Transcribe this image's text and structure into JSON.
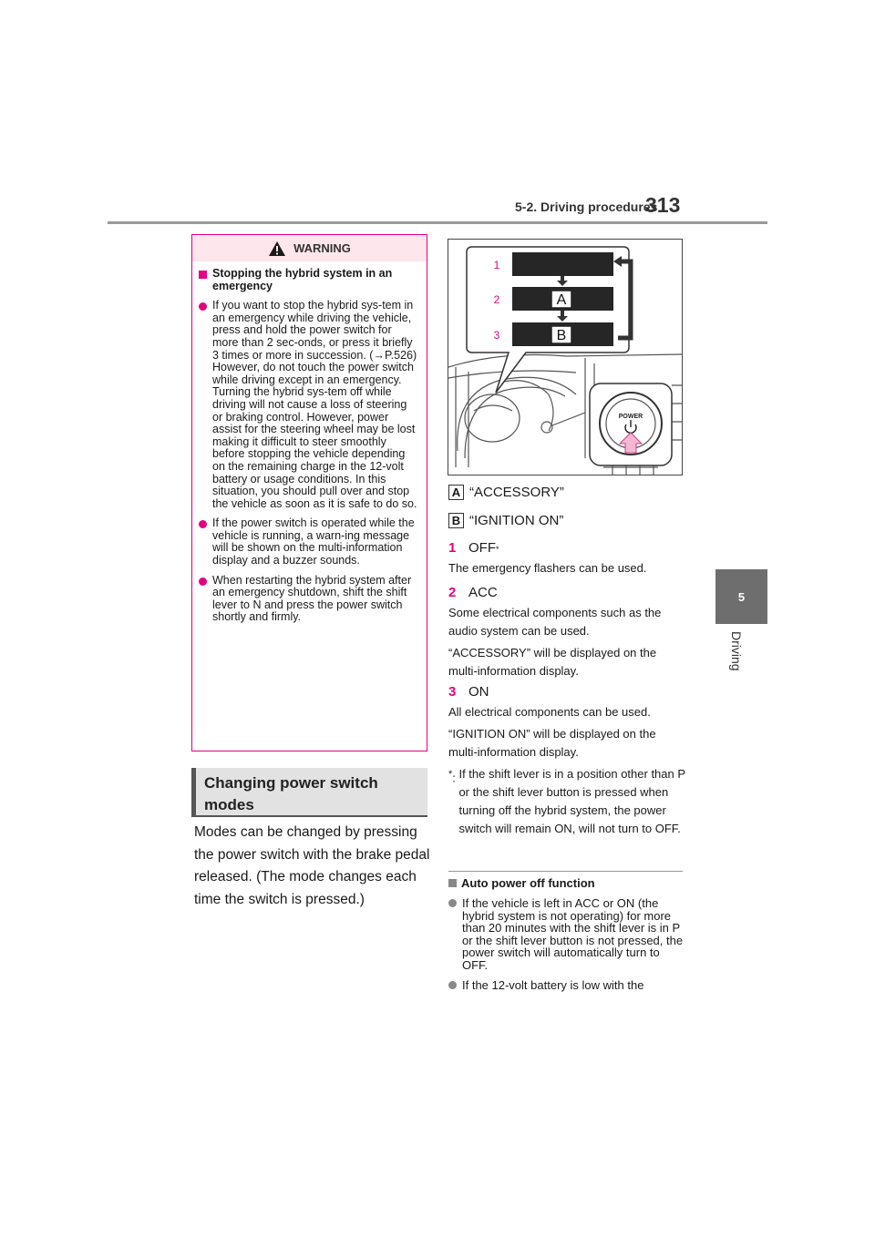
{
  "header": {
    "section": "5-2. Driving procedures",
    "page_number": "313"
  },
  "side_tab": {
    "chapter_number": "5",
    "chapter_label": "Driving"
  },
  "warning": {
    "title": "WARNING",
    "subheading": "Stopping the hybrid system in an emergency",
    "items": [
      "If you want to stop the hybrid sys-tem in an emergency while driving the vehicle, press and hold the power switch for more than 2 sec-onds, or press it briefly 3 times or more in succession. (→P.526) However, do not touch the power switch while driving except in an emergency. Turning the hybrid sys-tem off while driving will not cause a loss of steering or braking control. However, power assist for the steering wheel may be lost making it difficult to steer smoothly before stopping the vehicle depending on the remaining charge in the 12-volt battery or usage conditions. In this situation, you should pull over and stop the vehicle as soon as it is safe to do so.",
      "If the power switch is operated while the vehicle is running, a warn-ing message will be shown on the multi-information display and a buzzer sounds.",
      "When restarting the hybrid system after an emergency shutdown, shift the shift lever to N and press the power switch shortly and firmly."
    ]
  },
  "section": {
    "heading_line1": "Changing power switch",
    "heading_line2": "modes",
    "intro": "Modes can be changed by pressing the power switch with the brake pedal released. (The mode changes each time the switch is pressed.)"
  },
  "figure": {
    "step_labels": [
      "1",
      "2",
      "3"
    ],
    "letters": [
      "A",
      "B"
    ],
    "power_label": "POWER"
  },
  "legend": [
    {
      "letter": "A",
      "text": "“ACCESSORY”"
    },
    {
      "letter": "B",
      "text": "“IGNITION ON”"
    }
  ],
  "modes": [
    {
      "num": "1",
      "name": "OFF",
      "mark": "*",
      "desc": [
        "The emergency flashers can be used."
      ]
    },
    {
      "num": "2",
      "name": "ACC",
      "desc": [
        "Some electrical components such as the audio system can be used.",
        "“ACCESSORY” will be displayed on the multi-information display."
      ]
    },
    {
      "num": "3",
      "name": "ON",
      "desc": [
        "All electrical components can be used.",
        "“IGNITION ON” will be displayed on the multi-information display."
      ]
    }
  ],
  "footnote": {
    "mark": "*",
    "text": "If the shift lever is in a position other than P or the shift lever button is pressed when turning off the hybrid system, the power switch will remain ON, will not turn to OFF."
  },
  "auto_off": {
    "heading": "Auto power off function",
    "items": [
      "If the vehicle is left in ACC or ON (the hybrid system is not operating) for more than 20 minutes with the shift lever is in P or the shift lever button is not pressed, the power switch will automatically turn to OFF.",
      "If the 12-volt battery is low with the"
    ]
  },
  "colors": {
    "accent": "#e4007f",
    "warning_header_bg": "#fde6ec",
    "tab_gray": "#6e6e6e"
  }
}
